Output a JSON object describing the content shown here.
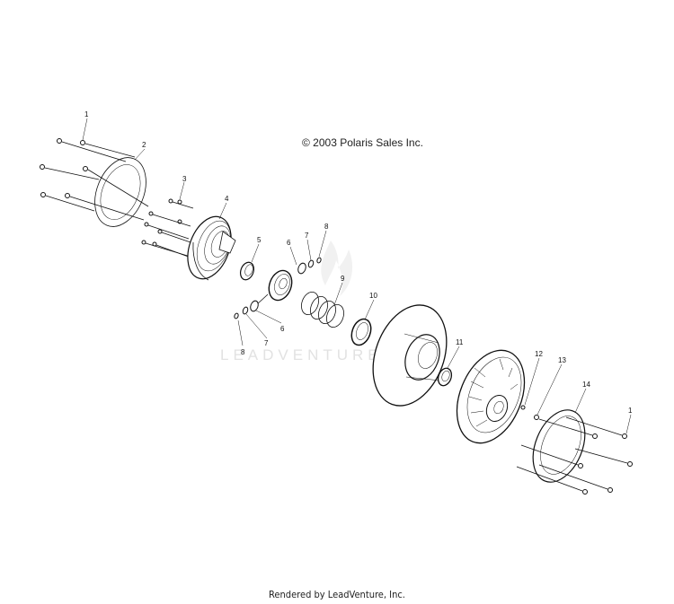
{
  "diagram": {
    "copyright": "© 2003 Polaris Sales Inc.",
    "footer": "Rendered by LeadVenture, Inc.",
    "watermark": "LEADVENTURE",
    "callouts": [
      {
        "id": "c1a",
        "label": "1"
      },
      {
        "id": "c2",
        "label": "2"
      },
      {
        "id": "c3",
        "label": "3"
      },
      {
        "id": "c4",
        "label": "4"
      },
      {
        "id": "c5",
        "label": "5"
      },
      {
        "id": "c6a",
        "label": "6"
      },
      {
        "id": "c7a",
        "label": "7"
      },
      {
        "id": "c8a",
        "label": "8"
      },
      {
        "id": "c9",
        "label": "9"
      },
      {
        "id": "c10",
        "label": "10"
      },
      {
        "id": "c8b",
        "label": "8"
      },
      {
        "id": "c7b",
        "label": "7"
      },
      {
        "id": "c6b",
        "label": "6"
      },
      {
        "id": "c11",
        "label": "11"
      },
      {
        "id": "c12",
        "label": "12"
      },
      {
        "id": "c13",
        "label": "13"
      },
      {
        "id": "c14",
        "label": "14"
      },
      {
        "id": "c1b",
        "label": "1"
      }
    ]
  }
}
